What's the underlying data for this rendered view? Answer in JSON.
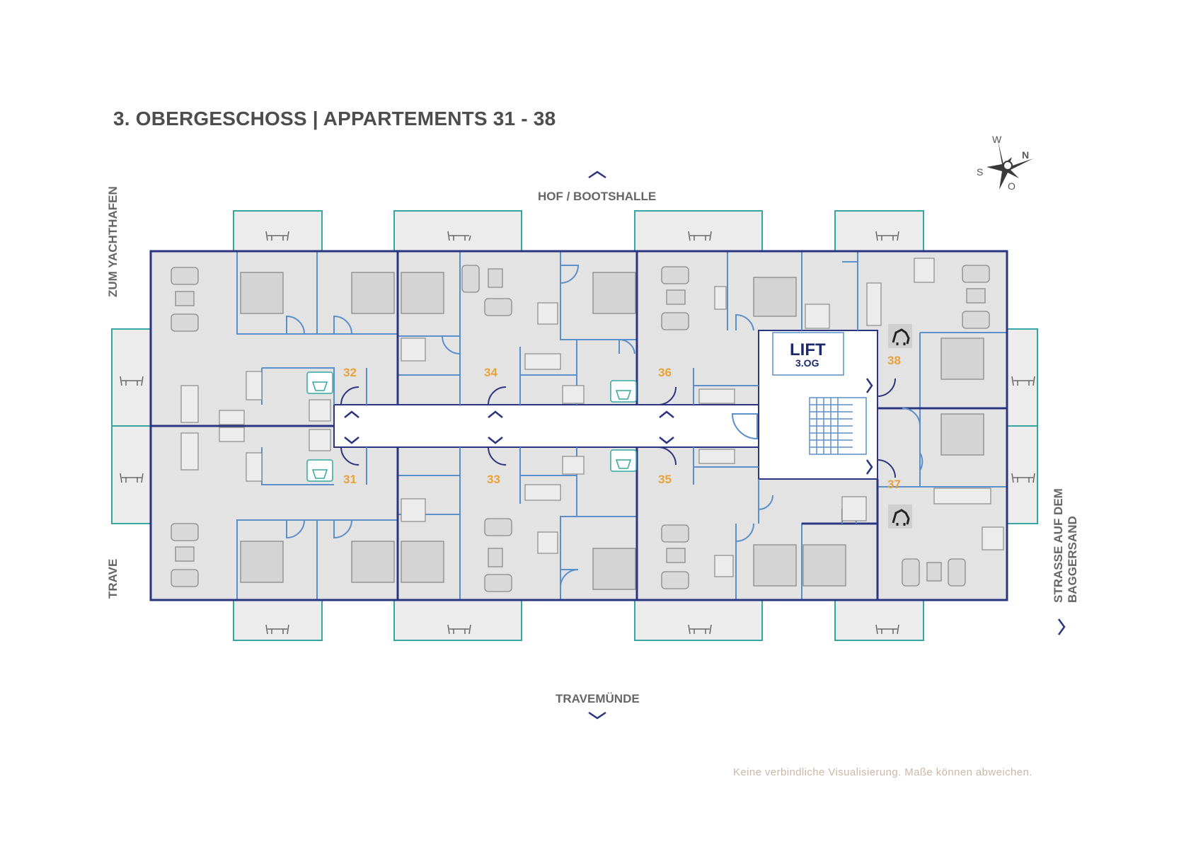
{
  "title": "3. OBERGESCHOSS | APPARTEMENTS 31 - 38",
  "directions": {
    "top": "HOF / BOOTSHALLE",
    "bottom": "TRAVEMÜNDE",
    "left_top": "ZUM YACHTHAFEN",
    "left_bottom": "TRAVE",
    "right": "STRASSE AUF DEM BAGGERSAND"
  },
  "compass": {
    "w": "W",
    "n": "N",
    "s": "S",
    "o": "O"
  },
  "lift": {
    "label": "LIFT",
    "floor": "3.OG"
  },
  "apartments": [
    "31",
    "32",
    "33",
    "34",
    "35",
    "36",
    "37",
    "38"
  ],
  "disclaimer": "Keine verbindliche Visualisierung. Maße können abweichen.",
  "colors": {
    "wall": "#2b3480",
    "door": "#5b8fc9",
    "balcony": "#35a7a0",
    "floor": "#e3e3e3",
    "number": "#e8a23a"
  }
}
